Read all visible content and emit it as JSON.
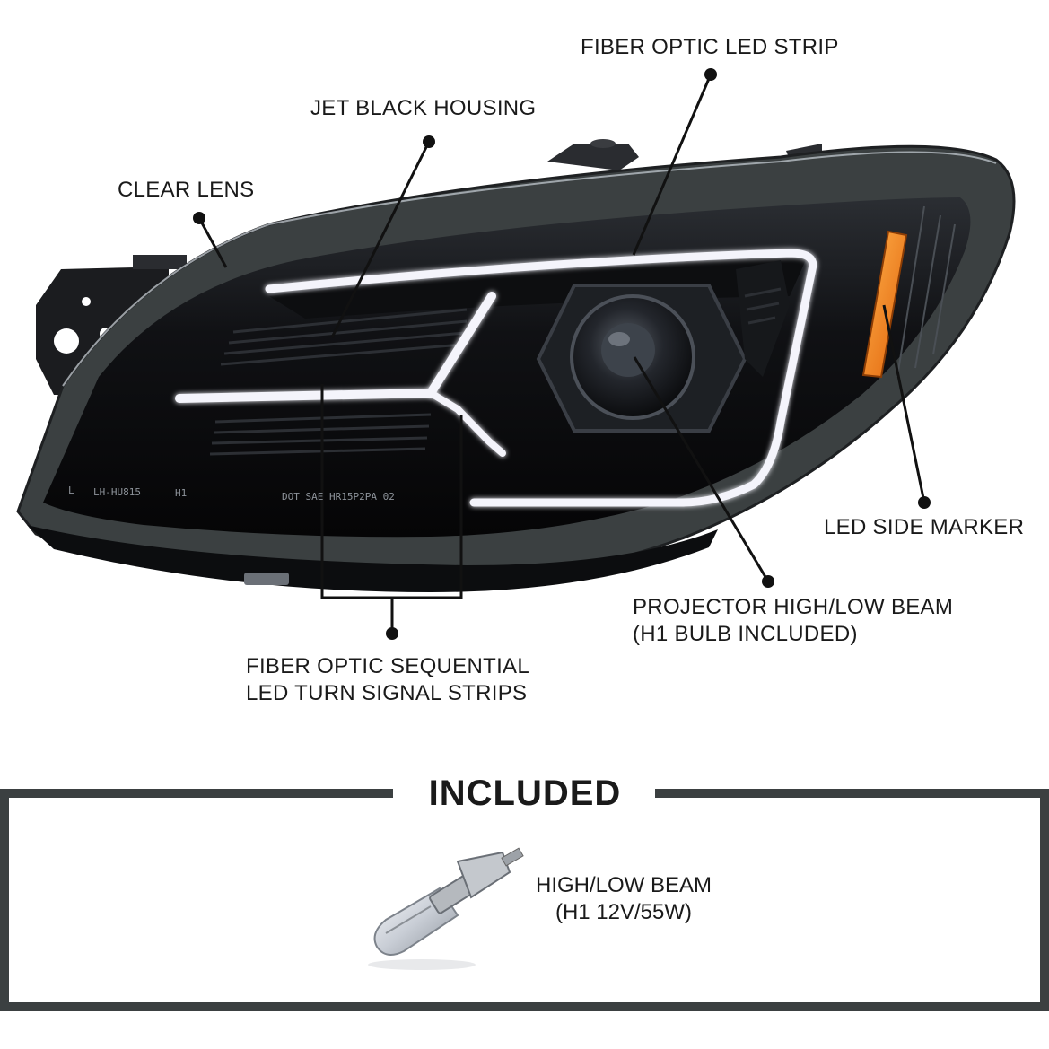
{
  "callouts": {
    "fiber_optic_led_strip": "FIBER OPTIC LED STRIP",
    "jet_black_housing": "JET BLACK HOUSING",
    "clear_lens": "CLEAR LENS",
    "led_side_marker": "LED SIDE MARKER",
    "projector_line1": "PROJECTOR HIGH/LOW BEAM",
    "projector_line2": "(H1 BULB INCLUDED)",
    "sequential_line1": "FIBER OPTIC SEQUENTIAL",
    "sequential_line2": "LED TURN SIGNAL STRIPS"
  },
  "lamp_markings": {
    "part_code": "LH-HU815",
    "bulb_code": "H1",
    "dot_text": "DOT SAE HR15P2PA 02",
    "side": "L"
  },
  "included": {
    "title": "INCLUDED",
    "bulb_line1": "HIGH/LOW BEAM",
    "bulb_line2": "(H1 12V/55W)"
  },
  "colors": {
    "housing": "#101114",
    "frame": "#3b4041",
    "drl": "#f4f4fb",
    "amber": "#f07a10"
  }
}
